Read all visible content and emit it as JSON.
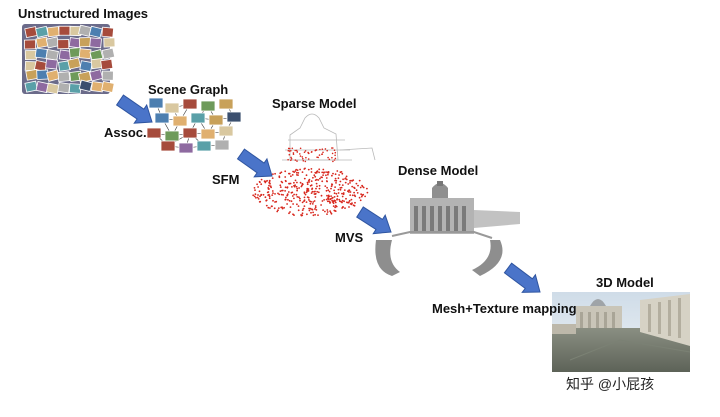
{
  "stages": {
    "unstructured": "Unstructured Images",
    "scene_graph": "Scene Graph",
    "sparse": "Sparse Model",
    "dense": "Dense Model",
    "model3d": "3D Model"
  },
  "steps": {
    "assoc": "Assoc.",
    "sfm": "SFM",
    "mvs": "MVS",
    "mesh": "Mesh+Texture mapping"
  },
  "watermark": "知乎 @小屁孩",
  "colors": {
    "arrow": "#4a74c9",
    "arrow_stroke": "#2f55a0",
    "sparse_points": "#d8281e",
    "graph_edge": "#333333"
  }
}
